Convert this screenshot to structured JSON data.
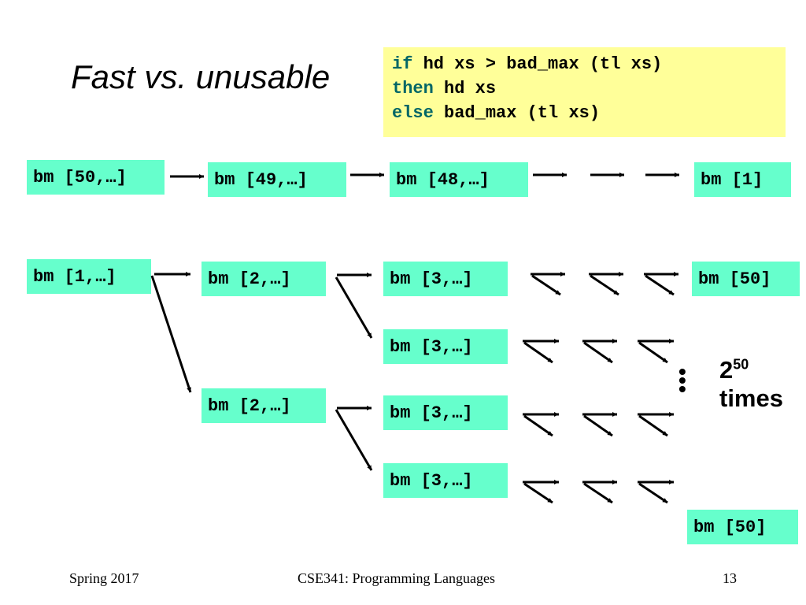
{
  "title": "Fast vs. unusable",
  "code": {
    "line1_kw": "if",
    "line1_rest": " hd xs > bad_max (tl xs)",
    "line2_kw": "then",
    "line2_rest": " hd xs",
    "line3_kw": "else",
    "line3_rest": " bad_max (tl xs)"
  },
  "fast_chain": {
    "node_1": "bm [50,…]",
    "node_2": "bm [49,…]",
    "node_3": "bm [48,…]",
    "node_last": "bm [1]"
  },
  "slow_tree": {
    "root": "bm [1,…]",
    "level2_a": "bm [2,…]",
    "level2_b": "bm [2,…]",
    "level3_a": "bm [3,…]",
    "level3_b": "bm [3,…]",
    "level3_c": "bm [3,…]",
    "level3_d": "bm [3,…]",
    "leaf_top": "bm [50]",
    "leaf_bottom": "bm [50]"
  },
  "count_label": {
    "base": "2",
    "exponent": "50",
    "word": "times"
  },
  "ellipsis": "⋮",
  "footer": {
    "left": "Spring 2017",
    "center": "CSE341: Programming Languages",
    "page": "13"
  }
}
